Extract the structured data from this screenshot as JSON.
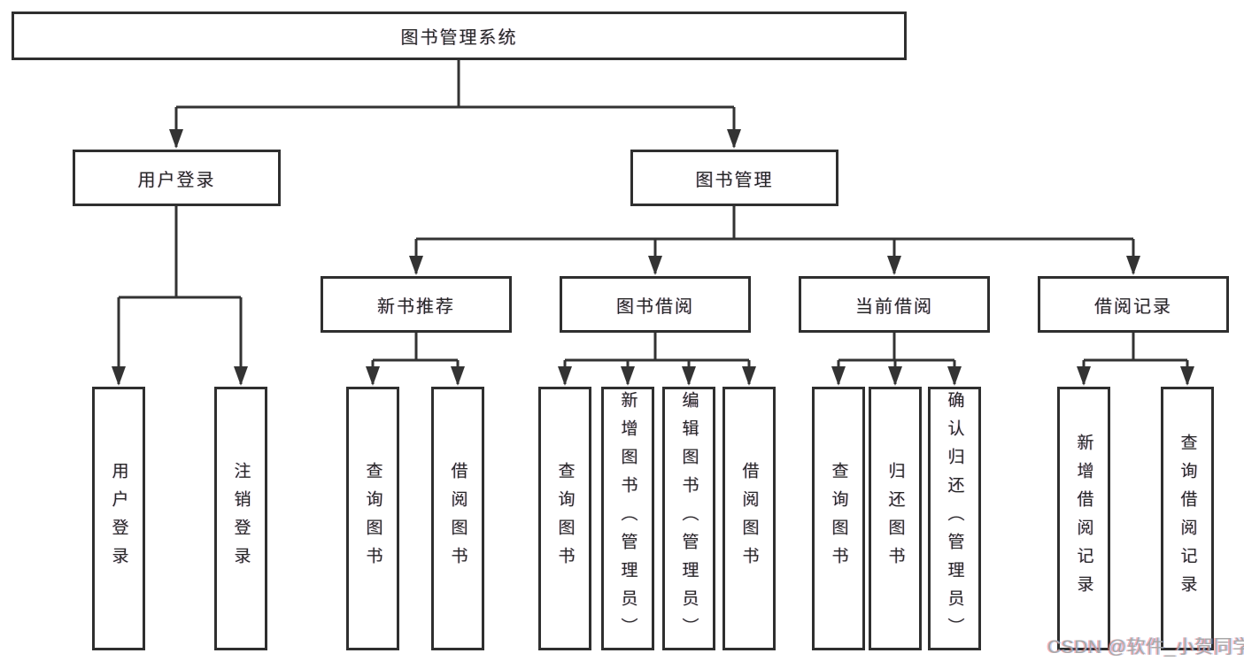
{
  "diagram_type": "hierarchy-tree",
  "colors": {
    "line": "#333333",
    "box_border": "#2f2f2f",
    "text": "#262626",
    "watermark": "#a8a8a8",
    "background": "#ffffff"
  },
  "watermark": "CSDN @软件_小贺同学",
  "tree": {
    "label": "图书管理系统",
    "children": [
      {
        "label": "用户登录",
        "children": [
          {
            "label": "用户登录"
          },
          {
            "label": "注销登录"
          }
        ]
      },
      {
        "label": "图书管理",
        "children": [
          {
            "label": "新书推荐",
            "children": [
              {
                "label": "查询图书"
              },
              {
                "label": "借阅图书"
              }
            ]
          },
          {
            "label": "图书借阅",
            "children": [
              {
                "label": "查询图书"
              },
              {
                "label": "新增图书（管理员）"
              },
              {
                "label": "编辑图书（管理员）"
              },
              {
                "label": "借阅图书"
              }
            ]
          },
          {
            "label": "当前借阅",
            "children": [
              {
                "label": "查询图书"
              },
              {
                "label": "归还图书"
              },
              {
                "label": "确认归还（管理员）"
              }
            ]
          },
          {
            "label": "借阅记录",
            "children": [
              {
                "label": "新增借阅记录"
              },
              {
                "label": "查询借阅记录"
              }
            ]
          }
        ]
      }
    ]
  }
}
